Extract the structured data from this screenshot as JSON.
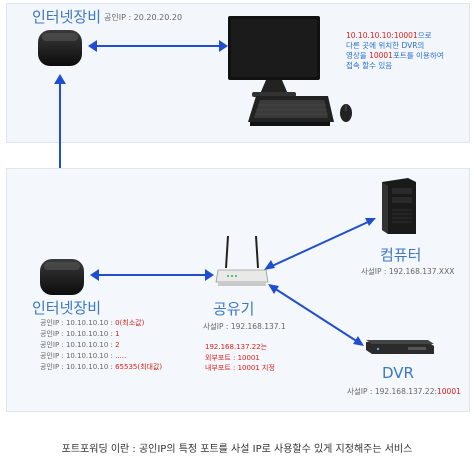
{
  "top": {
    "device_label": "인터넷장비",
    "public_ip": "공인IP : 20.20.20.20",
    "note_lines": [
      {
        "red": "10.10.10.10:10001",
        "rest": "으로"
      },
      {
        "red": "",
        "rest": "다른 곳에 위치한 DVR의"
      },
      {
        "red": "",
        "rest": "영상을 ",
        "red2": "10001",
        "rest2": "포트를 이용하여"
      },
      {
        "red": "",
        "rest": "접속 할수 있음"
      }
    ]
  },
  "bottom": {
    "device_label": "인터넷장비",
    "ip_rows": [
      {
        "label": "공인IP : 10.10.10.10 : ",
        "value": "0(최소값)"
      },
      {
        "label": "공인IP : 10.10.10.10 : ",
        "value": "1"
      },
      {
        "label": "공인IP : 10.10.10.10 : ",
        "value": "2"
      },
      {
        "label": "공인IP : 10.10.10.10 : ",
        "value": "....."
      },
      {
        "label": "공인IP : 10.10.10.10 : ",
        "value": "65535(최대값)"
      }
    ],
    "router": {
      "label": "공유기",
      "private_ip": "사설IP : 192.168.137.1",
      "red_lines": [
        "192.168.137.22는",
        "외부포트 : 10001",
        "내부포트 : 10001 지정"
      ]
    },
    "computer": {
      "label": "컴퓨터",
      "private_ip": "사설IP : 192.168.137.XXX"
    },
    "dvr": {
      "label": "DVR",
      "private_ip_prefix": "사설IP : 192.168.137.22:",
      "private_ip_port": "10001"
    }
  },
  "caption": "포트포워딩 이란 : 공인IP의 특정 포트를 사설 IP로 사용할수 있게 지정해주는 서비스",
  "colors": {
    "accent": "#2b6fd6",
    "arrow": "#1f4fd0",
    "highlight": "#e0201a",
    "panel_bg": "#f4f7fb"
  }
}
